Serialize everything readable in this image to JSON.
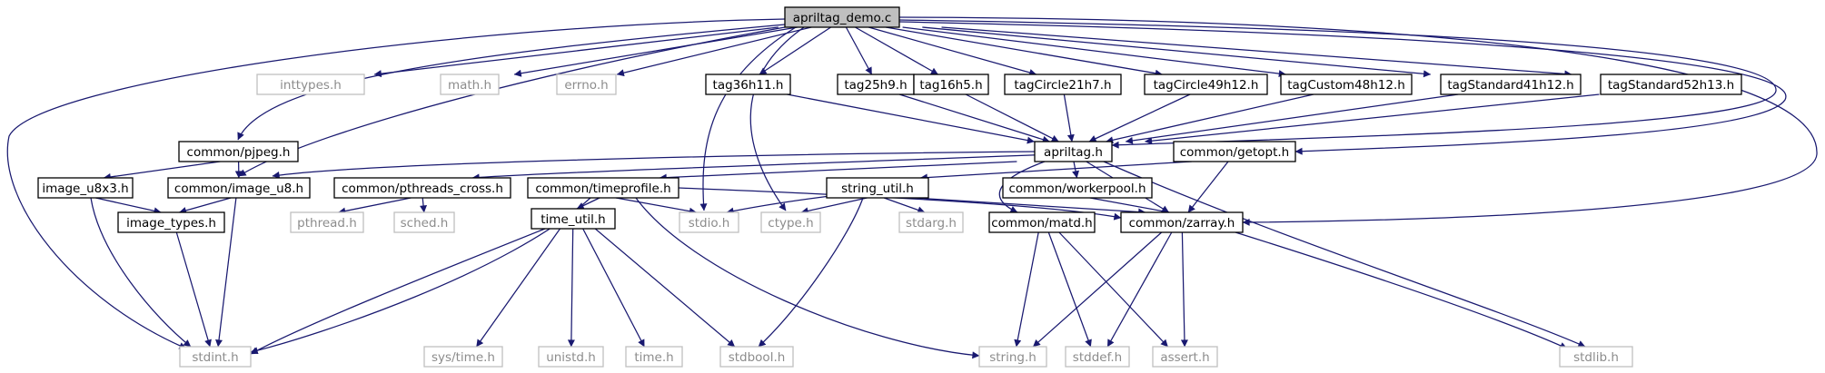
{
  "colors": {
    "edge": "#191970",
    "box_border": "#000000",
    "root_fill": "#bfbfbf",
    "system_border": "#bfbfbf",
    "system_text": "#8c8c8c",
    "text": "#000000"
  },
  "nodes": [
    {
      "id": "apriltag_demo_c",
      "label": "apriltag_demo.c",
      "kind": "root"
    },
    {
      "id": "inttypes_h",
      "label": "inttypes.h",
      "kind": "system"
    },
    {
      "id": "math_h",
      "label": "math.h",
      "kind": "system"
    },
    {
      "id": "errno_h",
      "label": "errno.h",
      "kind": "system"
    },
    {
      "id": "tag36h11_h",
      "label": "tag36h11.h",
      "kind": "local"
    },
    {
      "id": "tag25h9_h",
      "label": "tag25h9.h",
      "kind": "local"
    },
    {
      "id": "tag16h5_h",
      "label": "tag16h5.h",
      "kind": "local"
    },
    {
      "id": "tagCircle21h7_h",
      "label": "tagCircle21h7.h",
      "kind": "local"
    },
    {
      "id": "tagCircle49h12_h",
      "label": "tagCircle49h12.h",
      "kind": "local"
    },
    {
      "id": "tagCustom48h12_h",
      "label": "tagCustom48h12.h",
      "kind": "local"
    },
    {
      "id": "tagStandard41h12_h",
      "label": "tagStandard41h12.h",
      "kind": "local"
    },
    {
      "id": "tagStandard52h13_h",
      "label": "tagStandard52h13.h",
      "kind": "local"
    },
    {
      "id": "common_pjpeg_h",
      "label": "common/pjpeg.h",
      "kind": "local"
    },
    {
      "id": "apriltag_h",
      "label": "apriltag.h",
      "kind": "local"
    },
    {
      "id": "common_getopt_h",
      "label": "common/getopt.h",
      "kind": "local"
    },
    {
      "id": "image_u8x3_h",
      "label": "image_u8x3.h",
      "kind": "local"
    },
    {
      "id": "common_image_u8_h",
      "label": "common/image_u8.h",
      "kind": "local"
    },
    {
      "id": "common_pthreads_cross_h",
      "label": "common/pthreads_cross.h",
      "kind": "local"
    },
    {
      "id": "common_timeprofile_h",
      "label": "common/timeprofile.h",
      "kind": "local"
    },
    {
      "id": "string_util_h",
      "label": "string_util.h",
      "kind": "local"
    },
    {
      "id": "common_workerpool_h",
      "label": "common/workerpool.h",
      "kind": "local"
    },
    {
      "id": "image_types_h",
      "label": "image_types.h",
      "kind": "local"
    },
    {
      "id": "pthread_h",
      "label": "pthread.h",
      "kind": "system"
    },
    {
      "id": "sched_h",
      "label": "sched.h",
      "kind": "system"
    },
    {
      "id": "time_util_h",
      "label": "time_util.h",
      "kind": "local"
    },
    {
      "id": "stdio_h",
      "label": "stdio.h",
      "kind": "system"
    },
    {
      "id": "ctype_h",
      "label": "ctype.h",
      "kind": "system"
    },
    {
      "id": "stdarg_h",
      "label": "stdarg.h",
      "kind": "system"
    },
    {
      "id": "common_matd_h",
      "label": "common/matd.h",
      "kind": "local"
    },
    {
      "id": "common_zarray_h",
      "label": "common/zarray.h",
      "kind": "local"
    },
    {
      "id": "stdint_h",
      "label": "stdint.h",
      "kind": "system"
    },
    {
      "id": "sys_time_h",
      "label": "sys/time.h",
      "kind": "system"
    },
    {
      "id": "unistd_h",
      "label": "unistd.h",
      "kind": "system"
    },
    {
      "id": "time_h",
      "label": "time.h",
      "kind": "system"
    },
    {
      "id": "stdbool_h",
      "label": "stdbool.h",
      "kind": "system"
    },
    {
      "id": "string_h",
      "label": "string.h",
      "kind": "system"
    },
    {
      "id": "stddef_h",
      "label": "stddef.h",
      "kind": "system"
    },
    {
      "id": "assert_h",
      "label": "assert.h",
      "kind": "system"
    },
    {
      "id": "stdlib_h",
      "label": "stdlib.h",
      "kind": "system"
    }
  ],
  "edges": [
    [
      "apriltag_demo_c",
      "inttypes_h"
    ],
    [
      "apriltag_demo_c",
      "math_h"
    ],
    [
      "apriltag_demo_c",
      "errno_h"
    ],
    [
      "apriltag_demo_c",
      "tag36h11_h"
    ],
    [
      "apriltag_demo_c",
      "tag25h9_h"
    ],
    [
      "apriltag_demo_c",
      "tag16h5_h"
    ],
    [
      "apriltag_demo_c",
      "tagCircle21h7_h"
    ],
    [
      "apriltag_demo_c",
      "tagCircle49h12_h"
    ],
    [
      "apriltag_demo_c",
      "tagCustom48h12_h"
    ],
    [
      "apriltag_demo_c",
      "tagStandard41h12_h"
    ],
    [
      "apriltag_demo_c",
      "tagStandard52h13_h"
    ],
    [
      "apriltag_demo_c",
      "common_pjpeg_h"
    ],
    [
      "apriltag_demo_c",
      "common_image_u8_h"
    ],
    [
      "apriltag_demo_c",
      "stdint_h"
    ],
    [
      "apriltag_demo_c",
      "stdio_h"
    ],
    [
      "apriltag_demo_c",
      "ctype_h"
    ],
    [
      "apriltag_demo_c",
      "apriltag_h"
    ],
    [
      "apriltag_demo_c",
      "common_getopt_h"
    ],
    [
      "apriltag_demo_c",
      "common_zarray_h"
    ],
    [
      "tag36h11_h",
      "apriltag_h"
    ],
    [
      "tag25h9_h",
      "apriltag_h"
    ],
    [
      "tag16h5_h",
      "apriltag_h"
    ],
    [
      "tagCircle21h7_h",
      "apriltag_h"
    ],
    [
      "tagCircle49h12_h",
      "apriltag_h"
    ],
    [
      "tagCustom48h12_h",
      "apriltag_h"
    ],
    [
      "tagStandard41h12_h",
      "apriltag_h"
    ],
    [
      "tagStandard52h13_h",
      "apriltag_h"
    ],
    [
      "common_pjpeg_h",
      "image_u8x3_h"
    ],
    [
      "common_pjpeg_h",
      "common_image_u8_h"
    ],
    [
      "apriltag_h",
      "common_image_u8_h"
    ],
    [
      "apriltag_h",
      "common_pthreads_cross_h"
    ],
    [
      "apriltag_h",
      "common_timeprofile_h"
    ],
    [
      "apriltag_h",
      "common_workerpool_h"
    ],
    [
      "apriltag_h",
      "common_matd_h"
    ],
    [
      "apriltag_h",
      "common_zarray_h"
    ],
    [
      "apriltag_h",
      "stdlib_h"
    ],
    [
      "common_getopt_h",
      "string_util_h"
    ],
    [
      "common_getopt_h",
      "common_zarray_h"
    ],
    [
      "image_u8x3_h",
      "image_types_h"
    ],
    [
      "image_u8x3_h",
      "stdint_h"
    ],
    [
      "common_image_u8_h",
      "image_types_h"
    ],
    [
      "common_image_u8_h",
      "stdint_h"
    ],
    [
      "image_types_h",
      "stdint_h"
    ],
    [
      "common_pthreads_cross_h",
      "pthread_h"
    ],
    [
      "common_pthreads_cross_h",
      "sched_h"
    ],
    [
      "common_timeprofile_h",
      "time_util_h"
    ],
    [
      "common_timeprofile_h",
      "stdio_h"
    ],
    [
      "common_timeprofile_h",
      "common_zarray_h"
    ],
    [
      "common_timeprofile_h",
      "stdint_h"
    ],
    [
      "common_timeprofile_h",
      "string_h"
    ],
    [
      "string_util_h",
      "stdio_h"
    ],
    [
      "string_util_h",
      "ctype_h"
    ],
    [
      "string_util_h",
      "stdarg_h"
    ],
    [
      "string_util_h",
      "stdbool_h"
    ],
    [
      "string_util_h",
      "common_zarray_h"
    ],
    [
      "common_workerpool_h",
      "common_zarray_h"
    ],
    [
      "time_util_h",
      "stdint_h"
    ],
    [
      "time_util_h",
      "sys_time_h"
    ],
    [
      "time_util_h",
      "unistd_h"
    ],
    [
      "time_util_h",
      "time_h"
    ],
    [
      "time_util_h",
      "stdbool_h"
    ],
    [
      "common_matd_h",
      "string_h"
    ],
    [
      "common_matd_h",
      "stddef_h"
    ],
    [
      "common_matd_h",
      "assert_h"
    ],
    [
      "common_zarray_h",
      "string_h"
    ],
    [
      "common_zarray_h",
      "stddef_h"
    ],
    [
      "common_zarray_h",
      "assert_h"
    ],
    [
      "common_zarray_h",
      "stdlib_h"
    ]
  ]
}
